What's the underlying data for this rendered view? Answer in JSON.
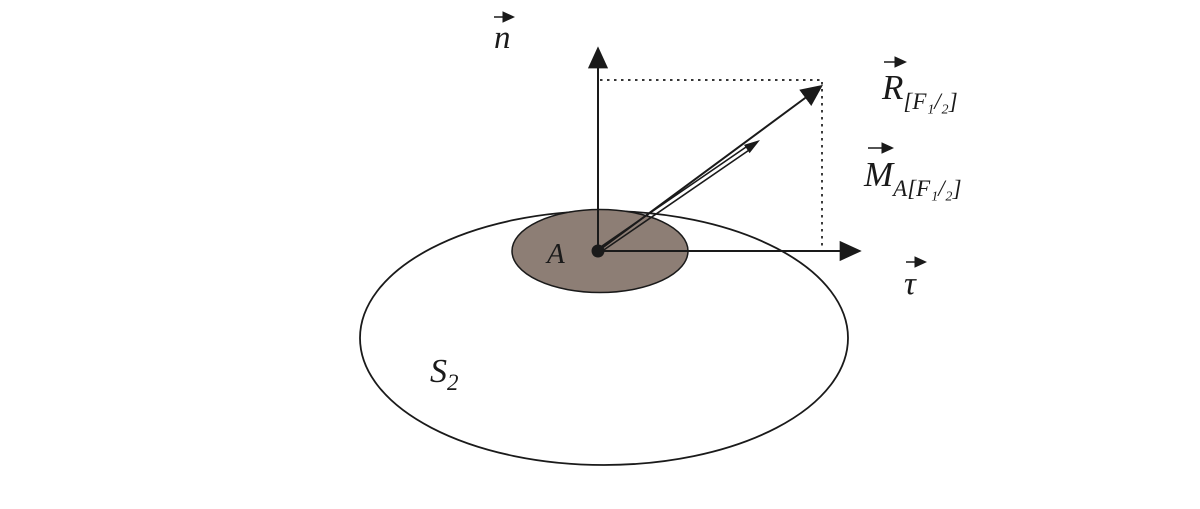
{
  "figure": {
    "description": "Mechanics diagram: surface S2 with contact patch A, normal vector n, tangent vector tau, resultant force R and moment M about A",
    "colors": {
      "line": "#1a1a1a",
      "patch_fill": "#8d7e75",
      "background": "#ffffff"
    },
    "labels": {
      "normal": {
        "symbol": "n"
      },
      "tangent": {
        "symbol": "τ"
      },
      "resultant": {
        "symbol": "R",
        "subscript": "[F₁/₂]"
      },
      "moment": {
        "symbol": "M",
        "subscript": "A[F₁/₂]"
      },
      "point": {
        "symbol": "A"
      },
      "surface": {
        "symbol": "S",
        "subscript": "2"
      }
    }
  }
}
